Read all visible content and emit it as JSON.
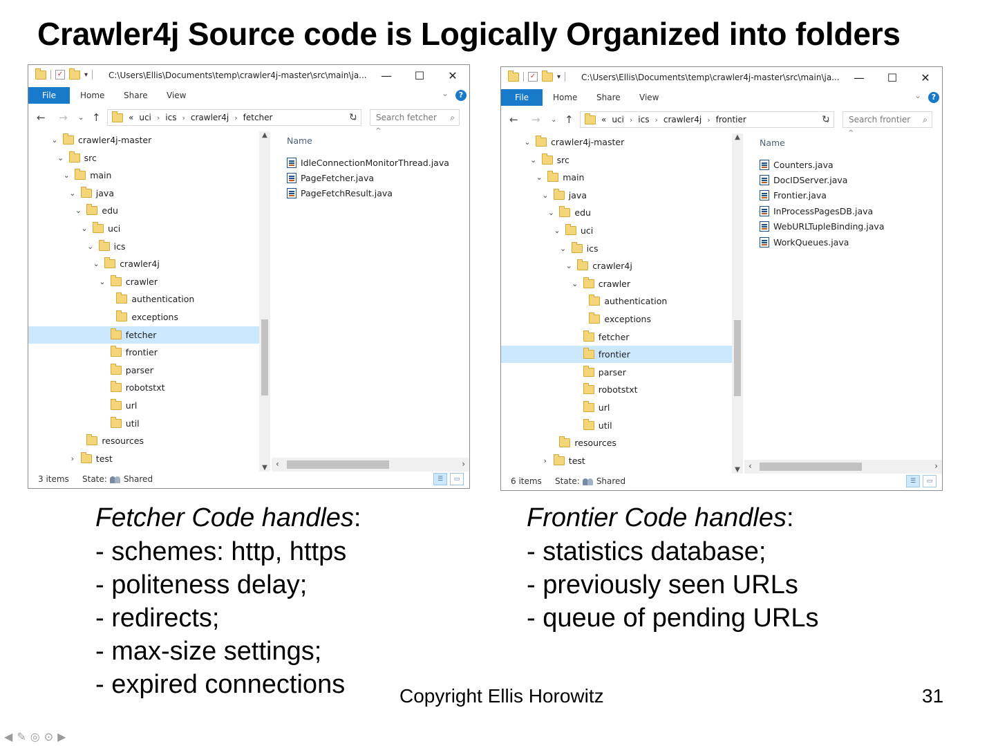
{
  "slide": {
    "title": "Crawler4j Source code is Logically Organized into folders",
    "copyright": "Copyright Ellis Horowitz",
    "page_number": "31"
  },
  "left_explorer": {
    "path": "C:\\Users\\Ellis\\Documents\\temp\\crawler4j-master\\src\\main\\ja...",
    "ribbon": {
      "file": "File",
      "home": "Home",
      "share": "Share",
      "view": "View"
    },
    "breadcrumb": {
      "overflow": "«",
      "items": [
        "uci",
        "ics",
        "crawler4j",
        "fetcher"
      ]
    },
    "search_placeholder": "Search fetcher",
    "name_header": "Name",
    "tree": [
      "crawler4j-master",
      "src",
      "main",
      "java",
      "edu",
      "uci",
      "ics",
      "crawler4j",
      "crawler",
      "authentication",
      "exceptions",
      "fetcher",
      "frontier",
      "parser",
      "robotstxt",
      "url",
      "util",
      "resources",
      "test"
    ],
    "selected_folder": "fetcher",
    "files": [
      "IdleConnectionMonitorThread.java",
      "PageFetcher.java",
      "PageFetchResult.java"
    ],
    "item_count": "3 items",
    "state_label": "State:",
    "state_value": "Shared"
  },
  "right_explorer": {
    "path": "C:\\Users\\Ellis\\Documents\\temp\\crawler4j-master\\src\\main\\ja...",
    "ribbon": {
      "file": "File",
      "home": "Home",
      "share": "Share",
      "view": "View"
    },
    "breadcrumb": {
      "overflow": "«",
      "items": [
        "uci",
        "ics",
        "crawler4j",
        "frontier"
      ]
    },
    "search_placeholder": "Search frontier",
    "name_header": "Name",
    "tree": [
      "crawler4j-master",
      "src",
      "main",
      "java",
      "edu",
      "uci",
      "ics",
      "crawler4j",
      "crawler",
      "authentication",
      "exceptions",
      "fetcher",
      "frontier",
      "parser",
      "robotstxt",
      "url",
      "util",
      "resources",
      "test"
    ],
    "selected_folder": "frontier",
    "files": [
      "Counters.java",
      "DocIDServer.java",
      "Frontier.java",
      "InProcessPagesDB.java",
      "WebURLTupleBinding.java",
      "WorkQueues.java"
    ],
    "item_count": "6 items",
    "state_label": "State:",
    "state_value": "Shared"
  },
  "fetcher_notes": {
    "heading": "Fetcher Code handles",
    "colon": ":",
    "bullets": [
      "- schemes: http, https",
      "- politeness delay;",
      "- redirects;",
      "- max-size settings;",
      "- expired connections"
    ]
  },
  "frontier_notes": {
    "heading": "Frontier Code handles",
    "colon": ":",
    "bullets": [
      "- statistics database;",
      "- previously seen URLs",
      "- queue of pending URLs"
    ]
  },
  "window_controls": {
    "minimize": "—",
    "maximize": "☐",
    "close": "✕"
  },
  "icons": {
    "back": "arrow-left-icon",
    "forward": "arrow-right-icon",
    "up": "arrow-up-icon",
    "refresh": "refresh-icon",
    "search": "search-icon",
    "help": "help-icon"
  },
  "colors": {
    "selection": "#cce8ff",
    "file_tab": "#1979ca",
    "folder": "#f5d57a"
  }
}
